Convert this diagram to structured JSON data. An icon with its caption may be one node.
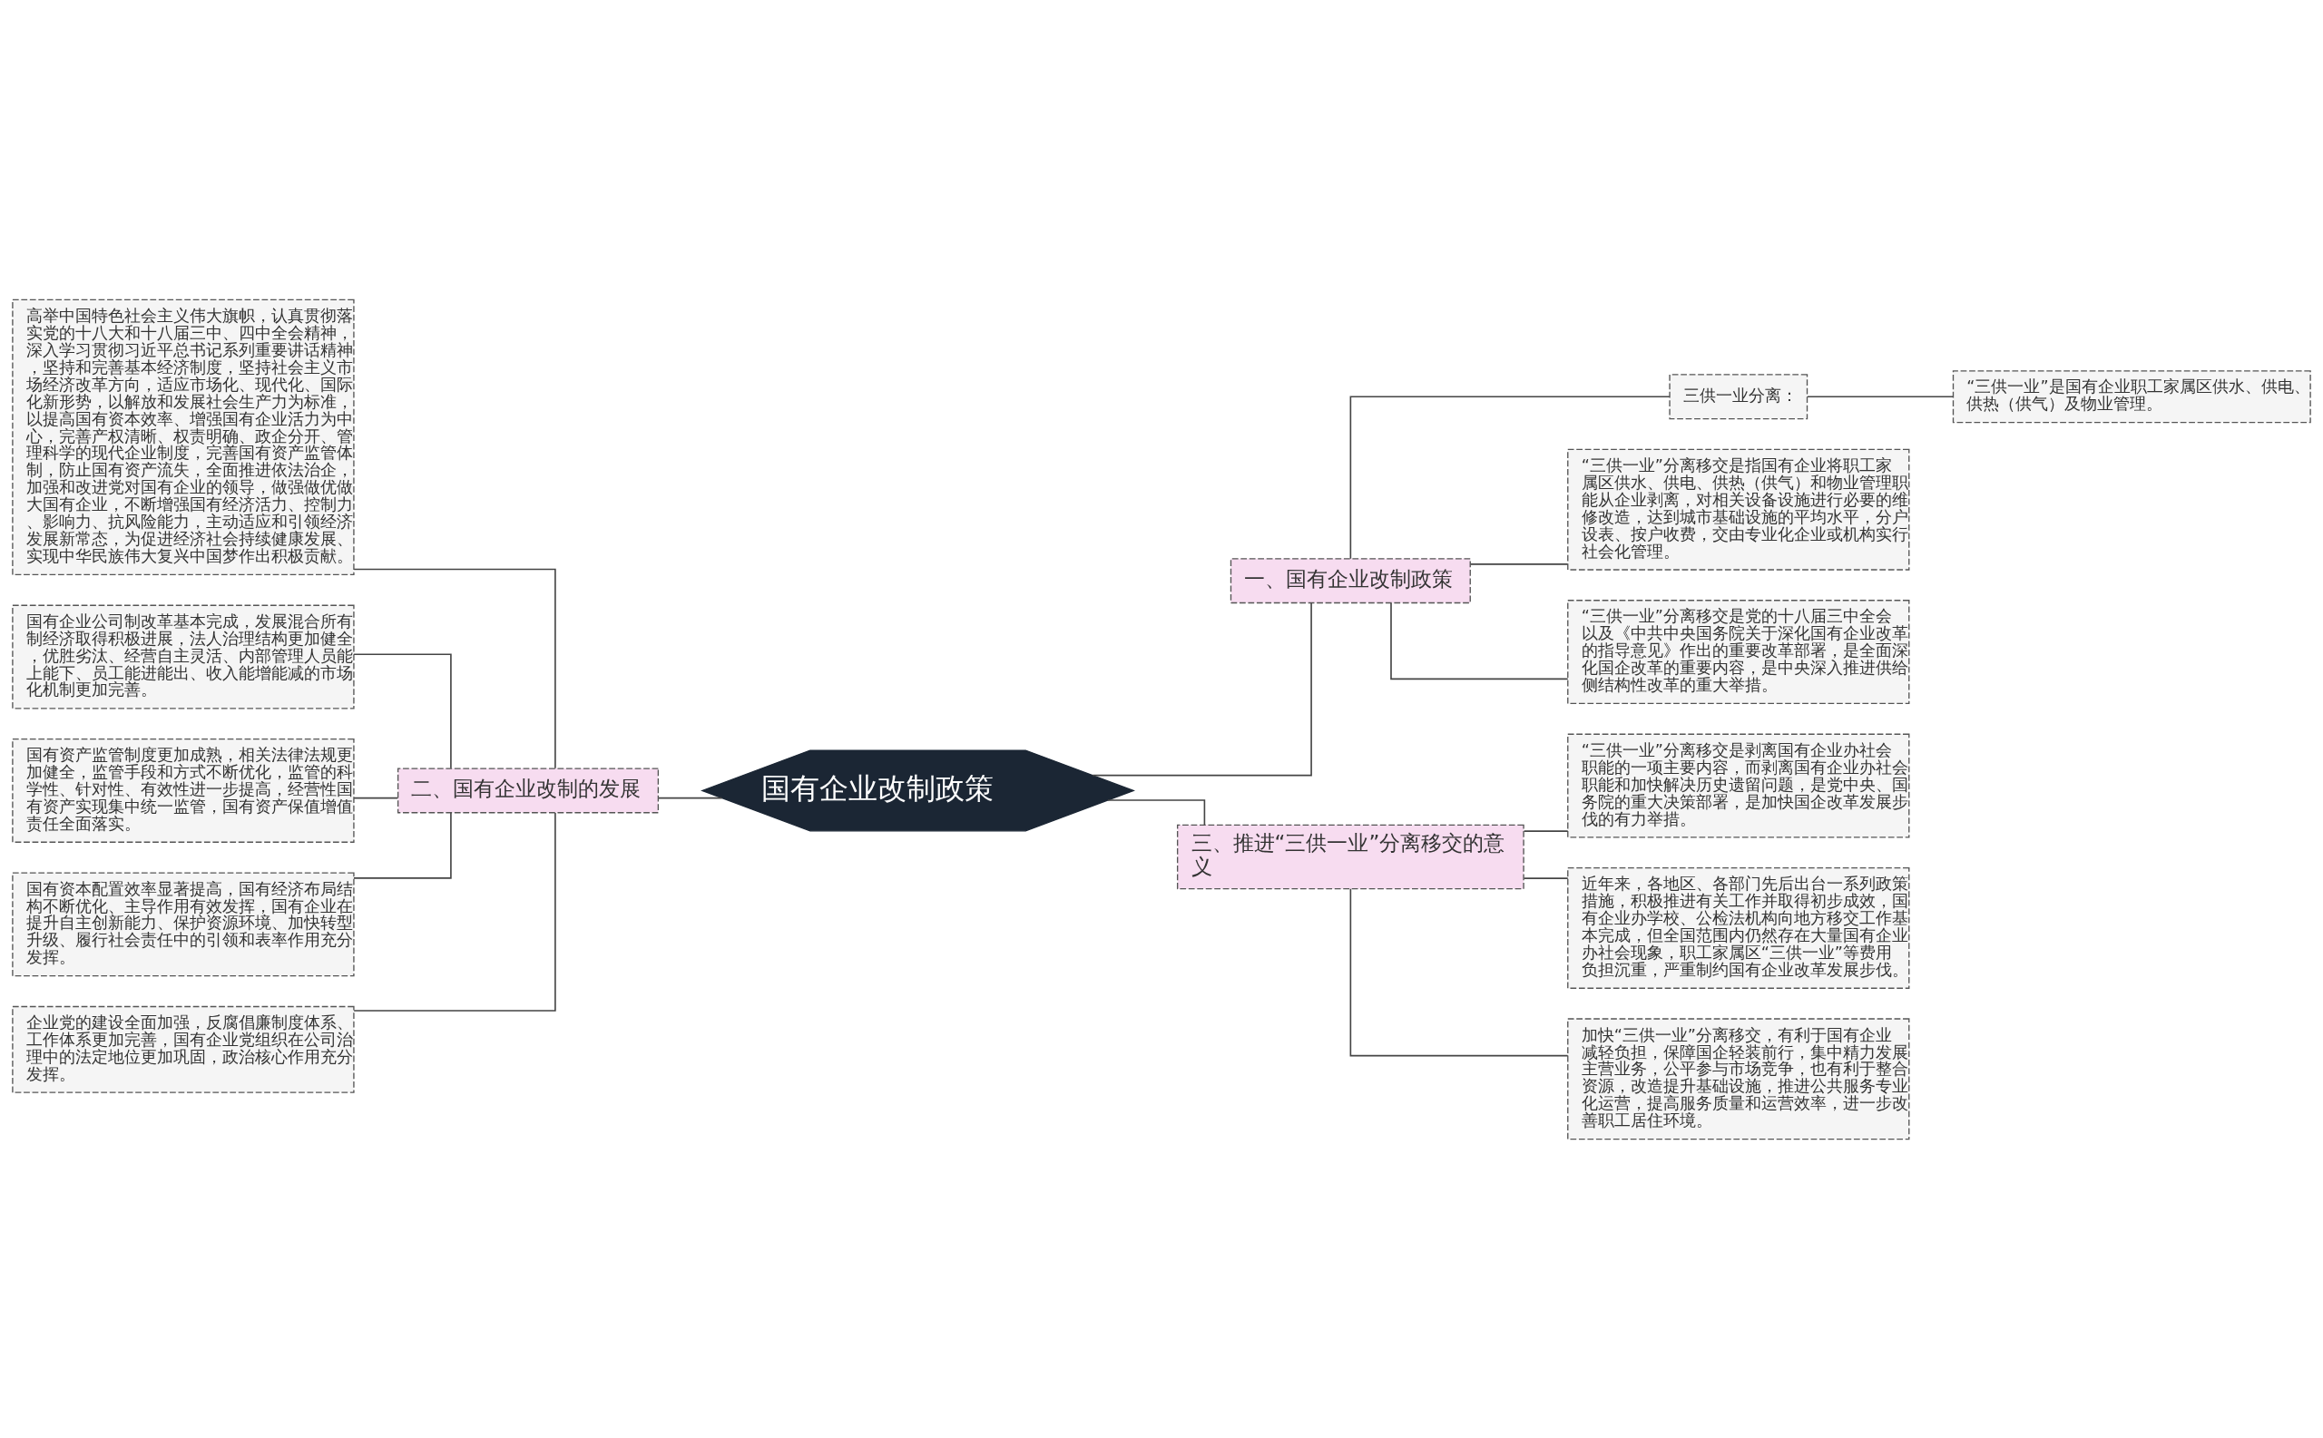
{
  "diagram": {
    "nodes": [
      {
        "text": [
          "国有企业改制政策"
        ]
      },
      {
        "text": [
          "一、国有企业改制政策"
        ]
      },
      {
        "text": [
          "三供一业分离："
        ]
      },
      {
        "text": [
          "“三供一业”是国有企业职工家属区供水、供电、供热（供气）及物业管理。"
        ]
      },
      {
        "text": [
          "“三供一业”分离移交是指国有企业将职工家属区供水、供电、供热（供气）和物业管理职能从企业剥离，对相关设备设施进行必要的维修改造，达到城市基础设施的平均水平，分户设表、按户收费，交由专业化企业或机构实行社会化管理。"
        ]
      },
      {
        "text": [
          "“三供一业”分离移交是党的十八届三中全会以及《中共中央国务院关于深化国有企业改革的指导意见》作出的重要改革部署，是全面深化国企改革的重要内容，是中央深入推进供给侧结构性改革的重大举措。"
        ]
      },
      {
        "text": [
          "二、国有企业改制的发展"
        ]
      },
      {
        "text": [
          "高举中国特色社会主义伟大旗帜，认真贯彻落实党的十八大和十八届三中、四中全会精神，深入学习贯彻习近平总书记系列重要讲话精神，坚持和完善基本经济制度，坚持社会主义市场经济改革方向，适应市场化、现代化、国际化新形势，以解放和发展社会生产力为标准，以提高国有资本效率、增强国有企业活力为中心，完善产权清晰、权责明确、政企分开、管理科学的现代企业制度，完善国有资产监管体制，防止国有资产流失，全面推进依法治企，加强和改进党对国有企业的领导，做强做优做大国有企业，不断增强国有经济活力、控制力、影响力、抗风险能力，主动适应和引领经济发展新常态，为促进经济社会持续健康发展、实现中华民族伟大复兴中国梦作出积极贡献。"
        ]
      },
      {
        "text": [
          "国有企业公司制改革基本完成，发展混合所有制经济取得积极进展，法人治理结构更加健全，优胜劣汰、经营自主灵活、内部管理人员能上能下、员工能进能出、收入能增能减的市场化机制更加完善。"
        ]
      },
      {
        "text": [
          "国有资产监管制度更加成熟，相关法律法规更加健全，监管手段和方式不断优化，监管的科学性、针对性、有效性进一步提高，经营性国有资产实现集中统一监管，国有资产保值增值责任全面落实。"
        ]
      },
      {
        "text": [
          "国有资本配置效率显著提高，国有经济布局结构不断优化、主导作用有效发挥，国有企业在提升自主创新能力、保护资源环境、加快转型升级、履行社会责任中的引领和表率作用充分发挥。"
        ]
      },
      {
        "text": [
          "企业党的建设全面加强，反腐倡廉制度体系、工作体系更加完善，国有企业党组织在公司治理中的法定地位更加巩固，政治核心作用充分发挥。"
        ]
      },
      {
        "text": [
          "三、推进“三供一业”分离移交的意义"
        ]
      },
      {
        "text": [
          "“三供一业”分离移交是剥离国有企业办社会职能的一项主要内容，而剥离国有企业办社会职能和加快解决历史遗留问题，是党中央、国务院的重大决策部署，是加快国企改革发展步伐的有力举措。"
        ]
      },
      {
        "text": [
          "近年来，各地区、各部门先后出台一系列政策措施，积极推进有关工作并取得初步成效，国有企业办学校、公检法机构向地方移交工作基本完成，但全国范围内仍然存在大量国有企业办社会现象，职工家属区“三供一业”等费用负担沉重，严重制约国有企业改革发展步伐。"
        ]
      },
      {
        "text": [
          "加快“三供一业”分离移交，有利于国有企业减轻负担，保障国企轻装前行，集中精力发展主营业务，公平参与市场竞争，也有利于整合资源，改造提升基础设施，推进公共服务专业化运营，提高服务质量和运营效率，进一步改善职工居住环境。"
        ]
      }
    ],
    "edges": [
      {
        "from": 0,
        "to": 1,
        "arrow": "none"
      },
      {
        "from": 1,
        "to": 2,
        "arrow": "none"
      },
      {
        "from": 2,
        "to": 3,
        "arrow": "none"
      },
      {
        "from": 1,
        "to": 4,
        "arrow": "none"
      },
      {
        "from": 1,
        "to": 5,
        "arrow": "none"
      },
      {
        "from": 0,
        "to": 6,
        "arrow": "none"
      },
      {
        "from": 6,
        "to": 7,
        "arrow": "none"
      },
      {
        "from": 6,
        "to": 8,
        "arrow": "none"
      },
      {
        "from": 6,
        "to": 9,
        "arrow": "none"
      },
      {
        "from": 6,
        "to": 10,
        "arrow": "none"
      },
      {
        "from": 6,
        "to": 11,
        "arrow": "none"
      },
      {
        "from": 0,
        "to": 12,
        "arrow": "none"
      },
      {
        "from": 12,
        "to": 13,
        "arrow": "none"
      },
      {
        "from": 12,
        "to": 14,
        "arrow": "none"
      },
      {
        "from": 12,
        "to": 15,
        "arrow": "none"
      }
    ]
  }
}
